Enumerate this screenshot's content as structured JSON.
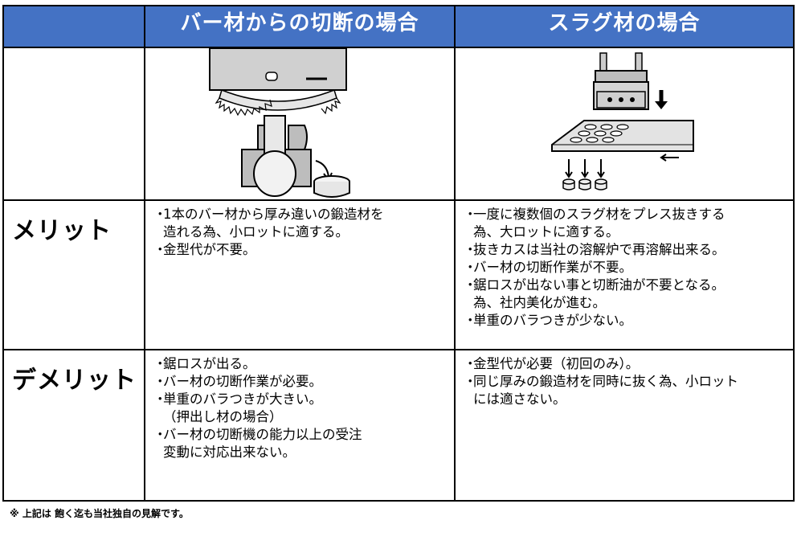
{
  "header": {
    "col1": "バー材からの切断の場合",
    "col2": "スラグ材の場合"
  },
  "rows": {
    "merit": {
      "label": "メリット",
      "bar": [
        "1本のバー材から厚み違いの鍛造材を\n造れる為、小ロットに適する。",
        "金型代が不要。"
      ],
      "slug": [
        "一度に複数個のスラグ材をプレス抜きする\n為、大ロットに適する。",
        "抜きカスは当社の溶解炉で再溶解出来る。",
        "バー材の切断作業が不要。",
        "鋸ロスが出ない事と切断油が不要となる。\n為、社内美化が進む。",
        "単重のバラつきが少ない。"
      ]
    },
    "demerit": {
      "label": "デメリット",
      "bar": [
        "鋸ロスが出る。",
        "バー材の切断作業が必要。",
        "単重のバラつきが大きい。\n（押出し材の場合）",
        "バー材の切断機の能力以上の受注\n変動に対応出来ない。"
      ],
      "slug": [
        "金型代が必要（初回のみ）。",
        "同じ厚みの鍛造材を同時に抜く為、小ロット\nには適さない。"
      ]
    }
  },
  "footnote": "※ 上記は 飽く迄も当社独自の見解です。",
  "colors": {
    "header_bg": "#4472c4",
    "border": "#000000"
  }
}
